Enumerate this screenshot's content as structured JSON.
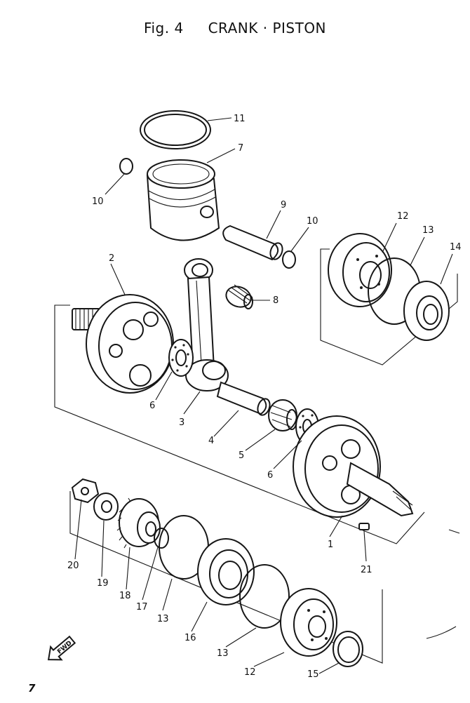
{
  "title": {
    "figure": "Fig. 4",
    "name": "CRANK · PISTON"
  },
  "callouts": {
    "c11": "11",
    "c7": "7",
    "c10a": "10",
    "c9": "9",
    "c10b": "10",
    "c12a": "12",
    "c13a": "13",
    "c14": "14",
    "c2": "2",
    "c8": "8",
    "c6a": "6",
    "c3": "3",
    "c4": "4",
    "c5": "5",
    "c6b": "6",
    "c1": "1",
    "c21": "21",
    "c20": "20",
    "c19": "19",
    "c18": "18",
    "c17": "17",
    "c13b": "13",
    "c16": "16",
    "c13c": "13",
    "c12b": "12",
    "c15": "15"
  },
  "fwd_label": "FWD",
  "page_number": "7"
}
